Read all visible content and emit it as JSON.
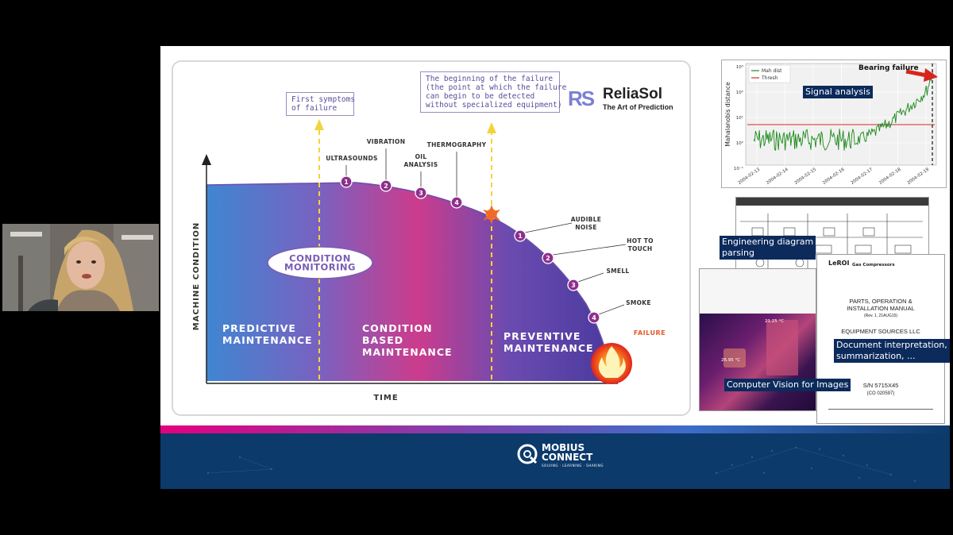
{
  "chart_data": {
    "type": "diagram",
    "title": "",
    "xlabel": "TIME",
    "ylabel": "MACHINE CONDITION",
    "callouts": [
      "First symptoms\nof failure",
      "The beginning of the failure\n(the point at which the failure\ncan begin to be detected\nwithout specialized equipment)"
    ],
    "before_markers": [
      {
        "n": "1",
        "label": "ULTRASOUNDS"
      },
      {
        "n": "2",
        "label": "VIBRATION"
      },
      {
        "n": "3",
        "label": "OIL\nANALYSIS"
      },
      {
        "n": "4",
        "label": "THERMOGRAPHY"
      }
    ],
    "after_markers": [
      {
        "n": "1",
        "label": "AUDIBLE\nNOISE"
      },
      {
        "n": "2",
        "label": "HOT TO\nTOUCH"
      },
      {
        "n": "3",
        "label": "SMELL"
      },
      {
        "n": "4",
        "label": "SMOKE"
      }
    ],
    "end_label": "FAILURE",
    "oval_label": "CONDITION\nMONITORING",
    "zones": [
      "PREDICTIVE\nMAINTENANCE",
      "CONDITION\nBASED\nMAINTENANCE",
      "PREVENTIVE\nMAINTENANCE"
    ]
  },
  "brand": {
    "logo_letters": "RS",
    "name": "ReliaSol",
    "tagline": "The Art of Prediction"
  },
  "signal_plot": {
    "ylabel": "Mahalanobis distance",
    "legend": [
      "Mah dist",
      "Thresh"
    ],
    "xticks": [
      "2004-02-13",
      "2004-02-14",
      "2004-02-15",
      "2004-02-16",
      "2004-02-17",
      "2004-02-18",
      "2004-02-19"
    ],
    "yticks": [
      "10³",
      "10²",
      "10¹",
      "10⁰",
      "10⁻¹"
    ],
    "annotation": "Bearing failure"
  },
  "tags": {
    "signal": "Signal analysis",
    "diagram": "Engineering diagram\nparsing",
    "document": "Document interpretation,\nsummarization, ...",
    "vision": "Computer Vision for Images"
  },
  "document": {
    "brand": "LeROI",
    "brand_sub": "Gas Compressors",
    "title": "PARTS, OPERATION &\nINSTALLATION MANUAL",
    "rev": "(Rev. 1, 21AUG15)",
    "company": "EQUIPMENT SOURCES LLC",
    "serial": "S/N 5715X45",
    "co": "(CO 020597)"
  },
  "thermal": {
    "readouts": [
      "21.25 °C",
      "26.95 °C"
    ]
  },
  "footer": {
    "logo": "MOBIUS\nCONNECT",
    "tagline": "SOLVING · LEARNING · SHARING"
  },
  "colors": {
    "footer_bg": "#0c3a6b",
    "accent_pink": "#e4007e",
    "purple": "#8b3aa8",
    "tag_bg": "#0c2b5c"
  }
}
